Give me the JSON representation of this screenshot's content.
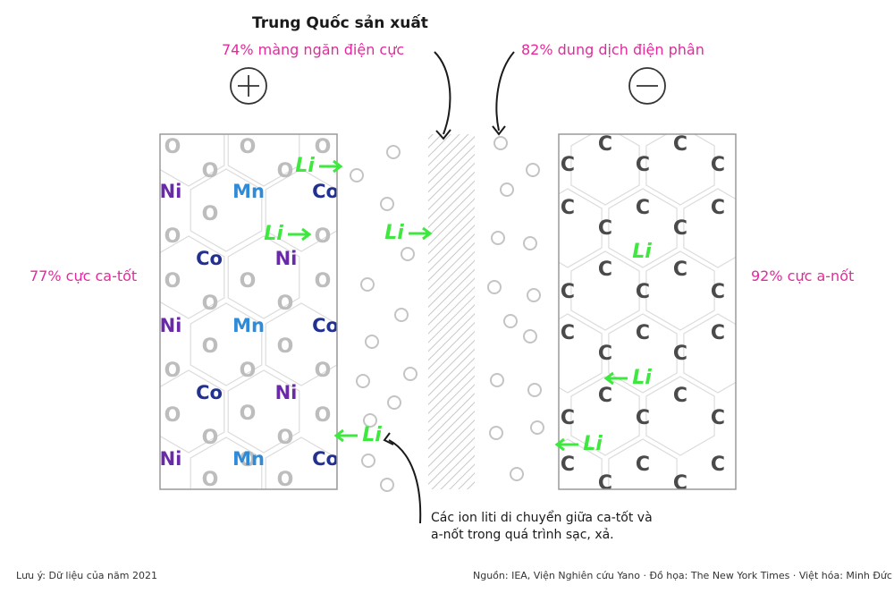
{
  "header": {
    "title": "Trung Quốc sản xuất",
    "separator": "74% màng ngăn điện cực",
    "electrolyte": "82% dung dịch điện phân",
    "cathode": "77% cực ca-tốt",
    "anode": "92% cực a-nốt"
  },
  "caption": {
    "line1": "Các ion liti di chuyển giữa ca-tốt và",
    "line2": "a-nốt trong quá trình sạc, xả."
  },
  "footer": {
    "note": "Lưu ý: Dữ liệu của năm 2021",
    "credits": "Nguồn: IEA, Viện Nghiên cứu Yano  ·  Đồ họa: The New York Times  ·  Việt hóa: Minh Đức"
  },
  "labels": {
    "li": "Li",
    "ni": "Ni",
    "mn": "Mn",
    "co": "Co",
    "o": "O",
    "c": "C"
  },
  "colors": {
    "accent": "#e4299c",
    "li": "#3ee83e",
    "ni": "#6a2aa8",
    "mn": "#2f8bd8",
    "co": "#22318f",
    "o": "#bdbdbd",
    "c": "#4a4a4a"
  },
  "icons": {
    "positive": "plus-circle-icon",
    "negative": "minus-circle-icon"
  }
}
